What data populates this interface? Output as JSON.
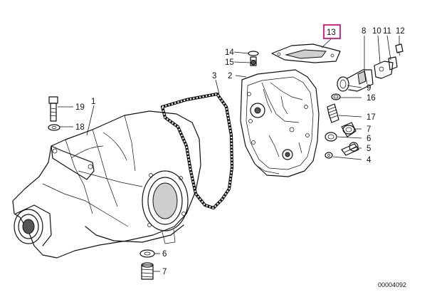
{
  "callouts": [
    {
      "id": "c1",
      "number": "1"
    },
    {
      "id": "c2",
      "number": "2"
    },
    {
      "id": "c3",
      "number": "3"
    },
    {
      "id": "c4",
      "number": "4"
    },
    {
      "id": "c5",
      "number": "5"
    },
    {
      "id": "c6a",
      "number": "6"
    },
    {
      "id": "c6b",
      "number": "6"
    },
    {
      "id": "c7a",
      "number": "7"
    },
    {
      "id": "c7b",
      "number": "7"
    },
    {
      "id": "c8",
      "number": "8"
    },
    {
      "id": "c9",
      "number": "9"
    },
    {
      "id": "c10",
      "number": "10"
    },
    {
      "id": "c11",
      "number": "11"
    },
    {
      "id": "c12",
      "number": "12"
    },
    {
      "id": "c13",
      "number": "13",
      "highlighted": true
    },
    {
      "id": "c14",
      "number": "14"
    },
    {
      "id": "c15",
      "number": "15"
    },
    {
      "id": "c16",
      "number": "16"
    },
    {
      "id": "c17",
      "number": "17"
    },
    {
      "id": "c18",
      "number": "18"
    },
    {
      "id": "c19",
      "number": "19"
    }
  ],
  "highlight_color": "#e0288a",
  "line_color": "#111111",
  "reference_number": "00004092"
}
